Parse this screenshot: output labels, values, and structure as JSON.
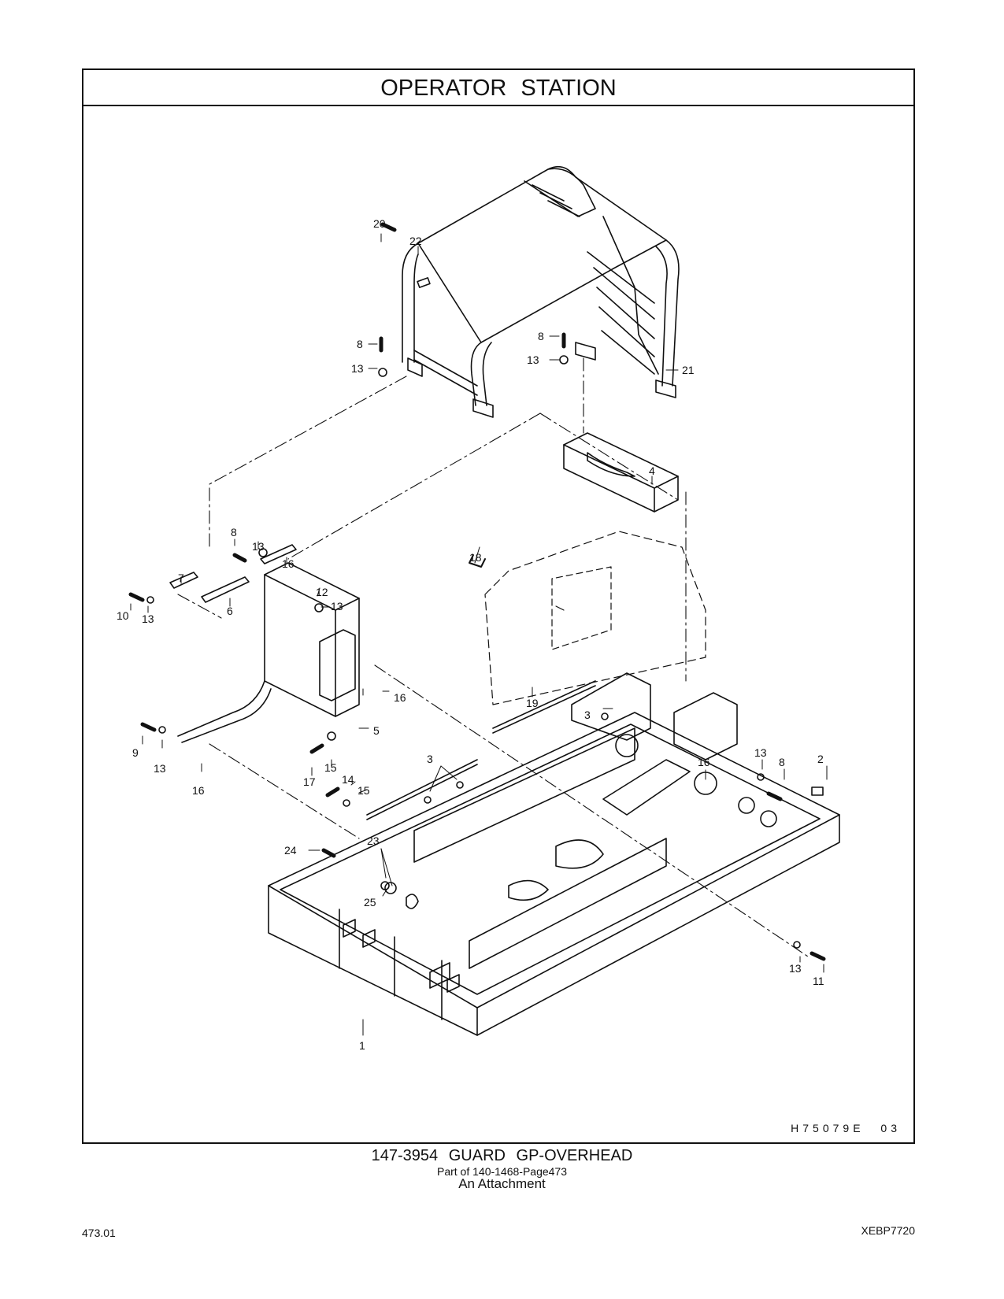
{
  "header": {
    "title": "OPERATOR   STATION"
  },
  "drawing": {
    "code": "H75079E   03",
    "callouts": [
      {
        "label": "20"
      },
      {
        "label": "22"
      },
      {
        "label": "8"
      },
      {
        "label": "13"
      },
      {
        "label": "8"
      },
      {
        "label": "13"
      },
      {
        "label": "21"
      },
      {
        "label": "4"
      },
      {
        "label": "8"
      },
      {
        "label": "13"
      },
      {
        "label": "16"
      },
      {
        "label": "7"
      },
      {
        "label": "10"
      },
      {
        "label": "13"
      },
      {
        "label": "6"
      },
      {
        "label": "12"
      },
      {
        "label": "13"
      },
      {
        "label": "18"
      },
      {
        "label": "16"
      },
      {
        "label": "19"
      },
      {
        "label": "3"
      },
      {
        "label": "5"
      },
      {
        "label": "9"
      },
      {
        "label": "13"
      },
      {
        "label": "16"
      },
      {
        "label": "17"
      },
      {
        "label": "15"
      },
      {
        "label": "14"
      },
      {
        "label": "15"
      },
      {
        "label": "3"
      },
      {
        "label": "16"
      },
      {
        "label": "13"
      },
      {
        "label": "8"
      },
      {
        "label": "2"
      },
      {
        "label": "24"
      },
      {
        "label": "23"
      },
      {
        "label": "25"
      },
      {
        "label": "13"
      },
      {
        "label": "11"
      },
      {
        "label": "1"
      }
    ]
  },
  "caption": {
    "main": "147-3954   GUARD  GP-OVERHEAD",
    "sub": "Part of 140-1468-Page473",
    "note": "An Attachment"
  },
  "footer": {
    "page": "473.01",
    "doc": "XEBP7720"
  }
}
